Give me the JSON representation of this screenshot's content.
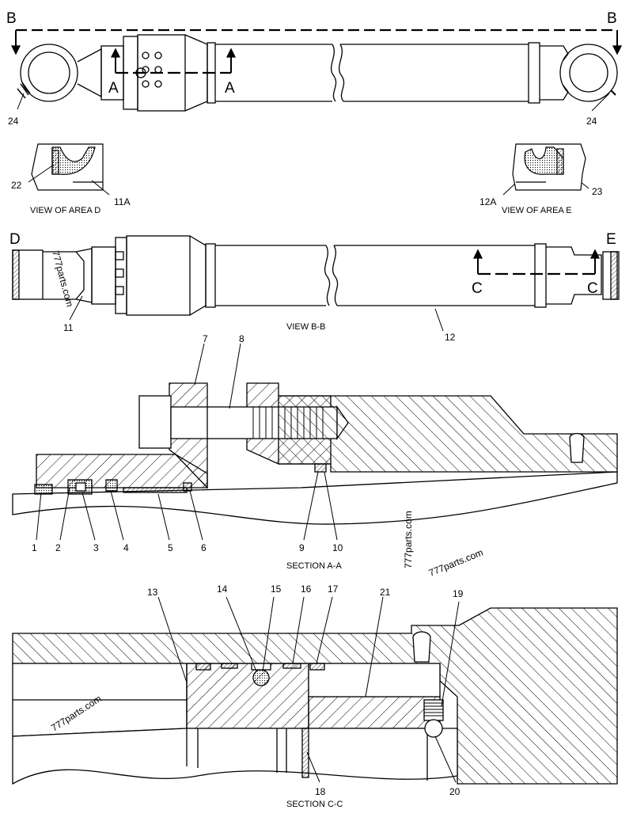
{
  "view_markers": {
    "b_left": "B",
    "b_right": "B",
    "a_left": "A",
    "a_right": "A",
    "d": "D",
    "e": "E",
    "c_left": "C",
    "c_right": "C"
  },
  "captions": {
    "view_area_d": "VIEW OF AREA D",
    "view_area_e": "VIEW OF AREA E",
    "view_bb": "VIEW B-B",
    "section_aa": "SECTION A-A",
    "section_cc": "SECTION C-C"
  },
  "callouts": {
    "c24_left": "24",
    "c24_right": "24",
    "c22": "22",
    "c11a": "11A",
    "c12a": "12A",
    "c23": "23",
    "c11": "11",
    "c12": "12",
    "c7": "7",
    "c8": "8",
    "c1": "1",
    "c2": "2",
    "c3": "3",
    "c4": "4",
    "c5": "5",
    "c6": "6",
    "c9": "9",
    "c10": "10",
    "c13": "13",
    "c14": "14",
    "c15": "15",
    "c16": "16",
    "c17": "17",
    "c21": "21",
    "c19": "19",
    "c18": "18",
    "c20": "20"
  },
  "watermarks": {
    "wm1": "777parts.com",
    "wm2": "777parts.com",
    "wm3": "777parts.com",
    "wm4": "777parts.com"
  }
}
